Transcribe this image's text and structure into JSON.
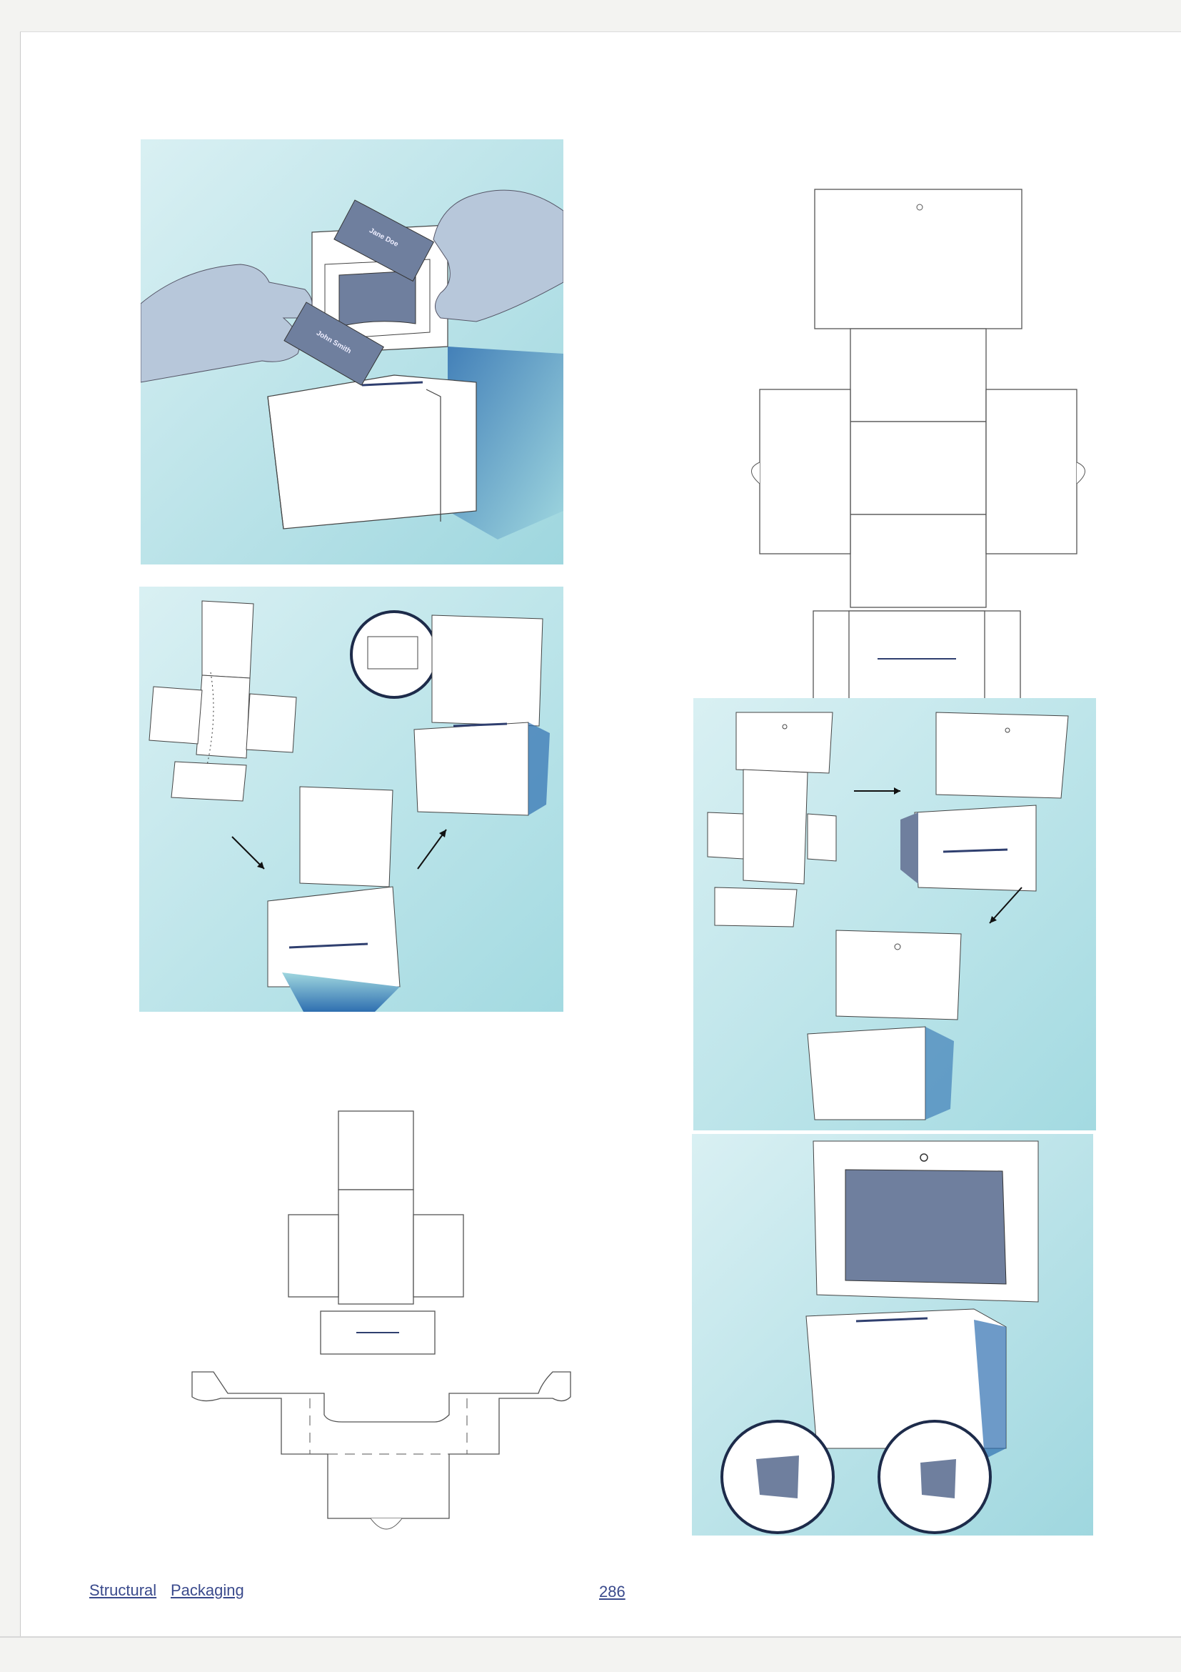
{
  "footer": {
    "section_word1": "Structural",
    "section_word2": "Packaging",
    "page_number": "286"
  },
  "illustrations": {
    "card1_name": "Jane Doe",
    "card2_name": "John Smith"
  },
  "colors": {
    "panel_bg": "#aee0e6",
    "panel_bg_light": "#d9f0f3",
    "card_dark": "#6f7f9e",
    "hand": "#b7c7da",
    "line": "#444444",
    "accent_blue": "#2f6fb0",
    "footer_text": "#3a4a8c"
  }
}
